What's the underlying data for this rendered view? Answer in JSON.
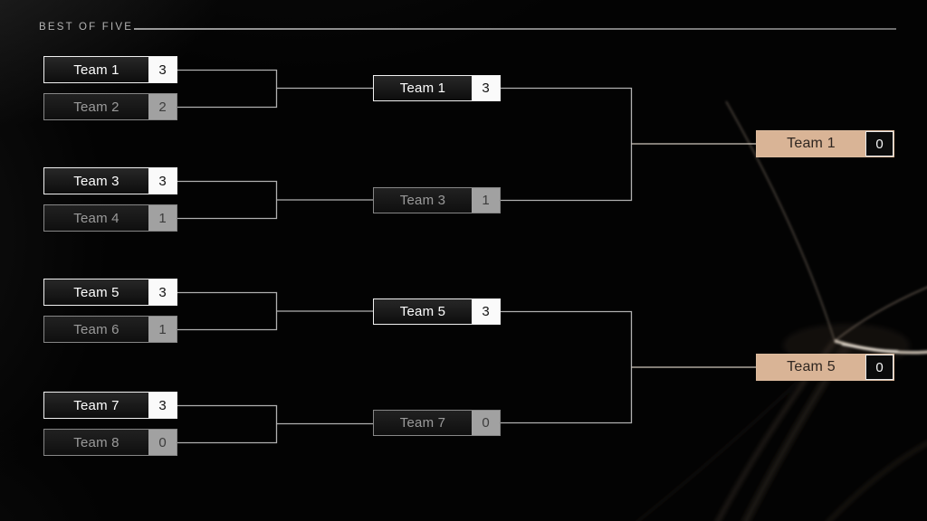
{
  "header": {
    "format_label": "BEST OF FIVE"
  },
  "bracket": {
    "round1": {
      "matches": [
        {
          "top": {
            "team": "Team 1",
            "score": "3",
            "result": "winner"
          },
          "bottom": {
            "team": "Team 2",
            "score": "2",
            "result": "loser"
          }
        },
        {
          "top": {
            "team": "Team 3",
            "score": "3",
            "result": "winner"
          },
          "bottom": {
            "team": "Team 4",
            "score": "1",
            "result": "loser"
          }
        },
        {
          "top": {
            "team": "Team 5",
            "score": "3",
            "result": "winner"
          },
          "bottom": {
            "team": "Team 6",
            "score": "1",
            "result": "loser"
          }
        },
        {
          "top": {
            "team": "Team 7",
            "score": "3",
            "result": "winner"
          },
          "bottom": {
            "team": "Team 8",
            "score": "0",
            "result": "loser"
          }
        }
      ]
    },
    "semifinals": {
      "matches": [
        {
          "top": {
            "team": "Team 1",
            "score": "3",
            "result": "winner"
          },
          "bottom": {
            "team": "Team 3",
            "score": "1",
            "result": "loser"
          }
        },
        {
          "top": {
            "team": "Team 5",
            "score": "3",
            "result": "winner"
          },
          "bottom": {
            "team": "Team 7",
            "score": "0",
            "result": "loser"
          }
        }
      ]
    },
    "finals": {
      "entries": [
        {
          "team": "Team 1",
          "score": "0"
        },
        {
          "team": "Team 5",
          "score": "0"
        }
      ]
    }
  },
  "colors": {
    "background": "#030303",
    "winner_border": "#f1f1f1",
    "winner_text": "#fdfdfd",
    "winner_score_bg": "#fafafa",
    "winner_score_text": "#131313",
    "loser_border": "#878787",
    "loser_text": "#9a9a9a",
    "loser_score_bg": "#a1a1a1",
    "loser_score_text": "#3c3c3c",
    "finalist_bg": "#d9b496",
    "finalist_text": "#2f2620",
    "finalist_score_bg": "#0b0b0b",
    "finalist_score_text": "#f5f5f5",
    "connector_line": "#b0b0b0",
    "final_connector_line": "#cfc6bb",
    "header_text": "#b4b4b4",
    "header_rule": "#8d8d8d"
  }
}
